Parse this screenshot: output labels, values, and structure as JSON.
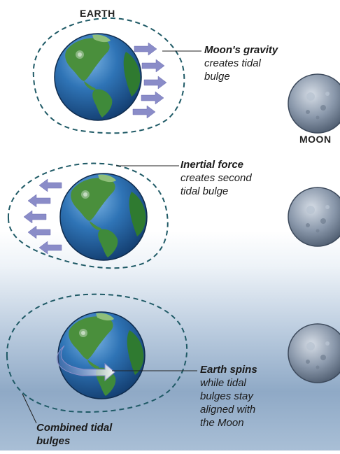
{
  "earth_label": "EARTH",
  "moon_label": "MOON",
  "panel1": {
    "emph": "Moon's gravity",
    "rest": "creates tidal bulge"
  },
  "panel2": {
    "emph": "Inertial force",
    "rest": "creates second tidal bulge"
  },
  "panel3": {
    "spin_emph": "Earth spins",
    "spin_rest": "while tidal bulges stay aligned with the Moon",
    "combined": "Combined tidal bulges"
  },
  "colors": {
    "ocean": "#2f6fb0",
    "land": "#3f8a3a",
    "arrow": "#8a8cc8",
    "bulge_line": "#1f5a66",
    "moon": "#8b99ab"
  }
}
